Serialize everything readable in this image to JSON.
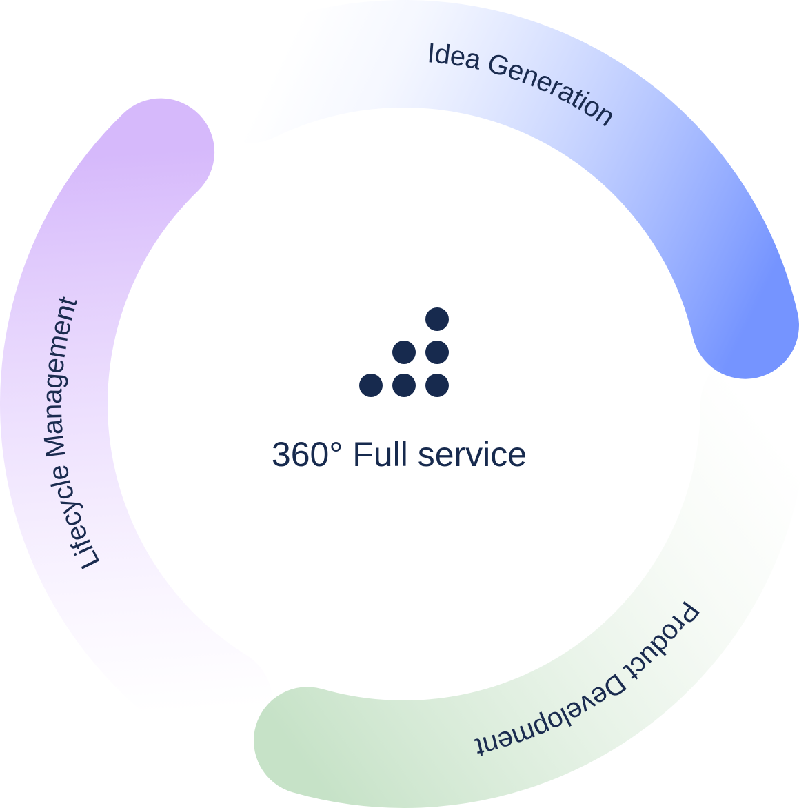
{
  "diagram": {
    "center": {
      "title": "360° Full service",
      "icon": "dots-staircase-icon",
      "color": "#172a4e"
    },
    "segments": [
      {
        "label": "Idea Generation",
        "color_start": "#eef2ff",
        "color_end": "#7594ff"
      },
      {
        "label": "Product Development",
        "color_start": "#f4f9f3",
        "color_end": "#c6e2c7"
      },
      {
        "label": "Lifecycle Management",
        "color_start": "#f8f2ff",
        "color_end": "#d6b9fb"
      }
    ]
  }
}
